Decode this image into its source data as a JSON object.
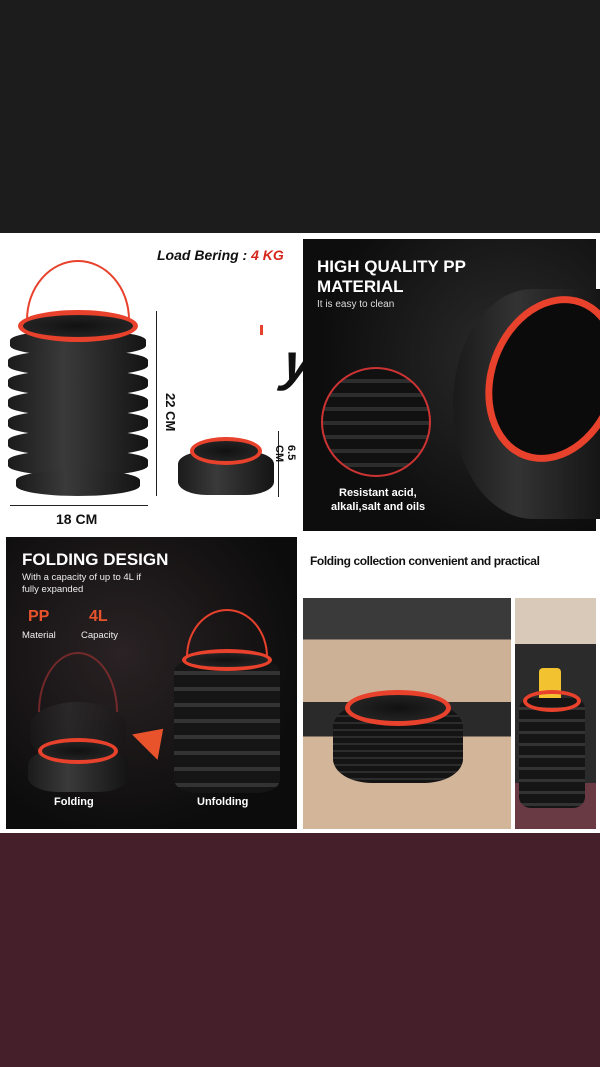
{
  "panel_dimensions": {
    "load_label": "Load Bering : ",
    "load_value": "4 KG",
    "height_label": "22 CM",
    "width_label": "18 CM",
    "folded_height_label": "6.5 CM",
    "overlay_letter": "y"
  },
  "panel_material": {
    "title_line1": "HIGH QUALITY PP",
    "title_line2": "MATERIAL",
    "subtitle": "It is easy to clean",
    "caption_line1": "Resistant acid,",
    "caption_line2": "alkali,salt and oils"
  },
  "panel_folding": {
    "title": "FOLDING DESIGN",
    "subtitle_line1": "With a capacity of up to 4L if",
    "subtitle_line2": "fully expanded",
    "spec1_value": "PP",
    "spec1_label": "Material",
    "spec2_value": "4L",
    "spec2_label": "Capacity",
    "label_folded": "Folding",
    "label_unfolded": "Unfolding"
  },
  "panel_usage": {
    "title": "Folding collection  convenient and practical"
  },
  "colors": {
    "accent": "#e8412c",
    "top_bg": "#1c1c1c",
    "bottom_bg": "#45202a"
  }
}
